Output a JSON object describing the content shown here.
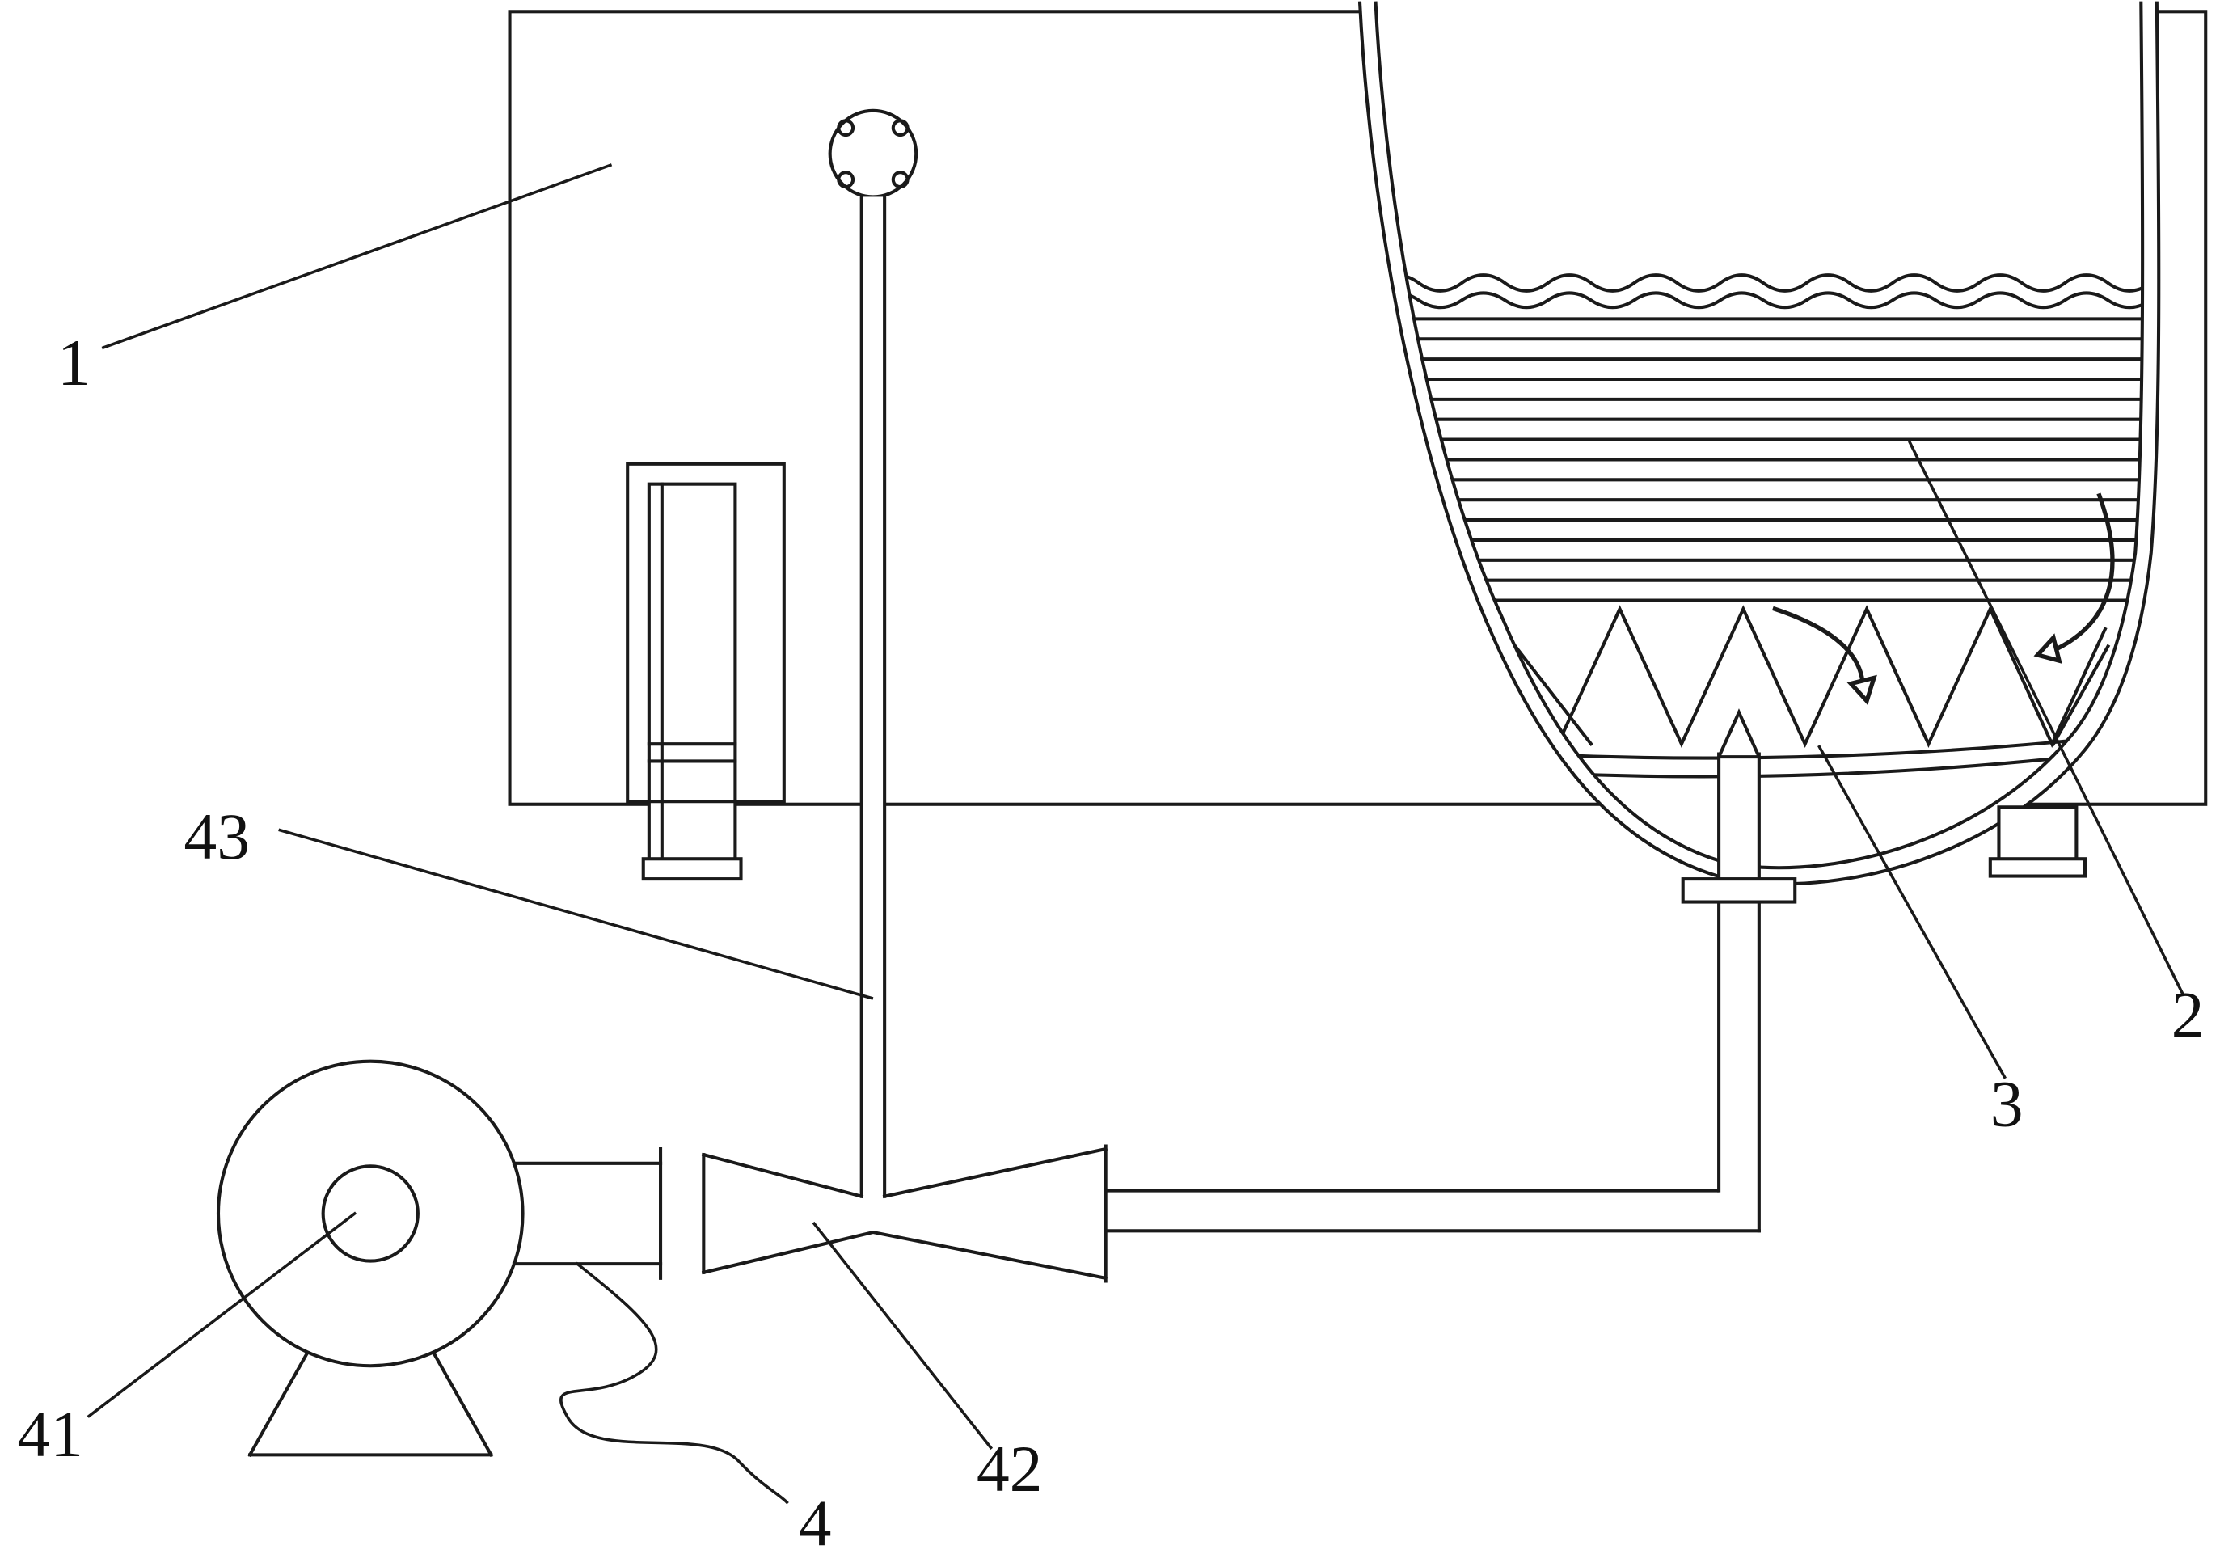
{
  "colors": {
    "background": "#ffffff",
    "line": "#1a1a1a"
  },
  "labels": [
    {
      "id": "1",
      "text": "1"
    },
    {
      "id": "2",
      "text": "2"
    },
    {
      "id": "3",
      "text": "3"
    },
    {
      "id": "4",
      "text": "4"
    },
    {
      "id": "41",
      "text": "41"
    },
    {
      "id": "42",
      "text": "42"
    },
    {
      "id": "43",
      "text": "43"
    }
  ]
}
